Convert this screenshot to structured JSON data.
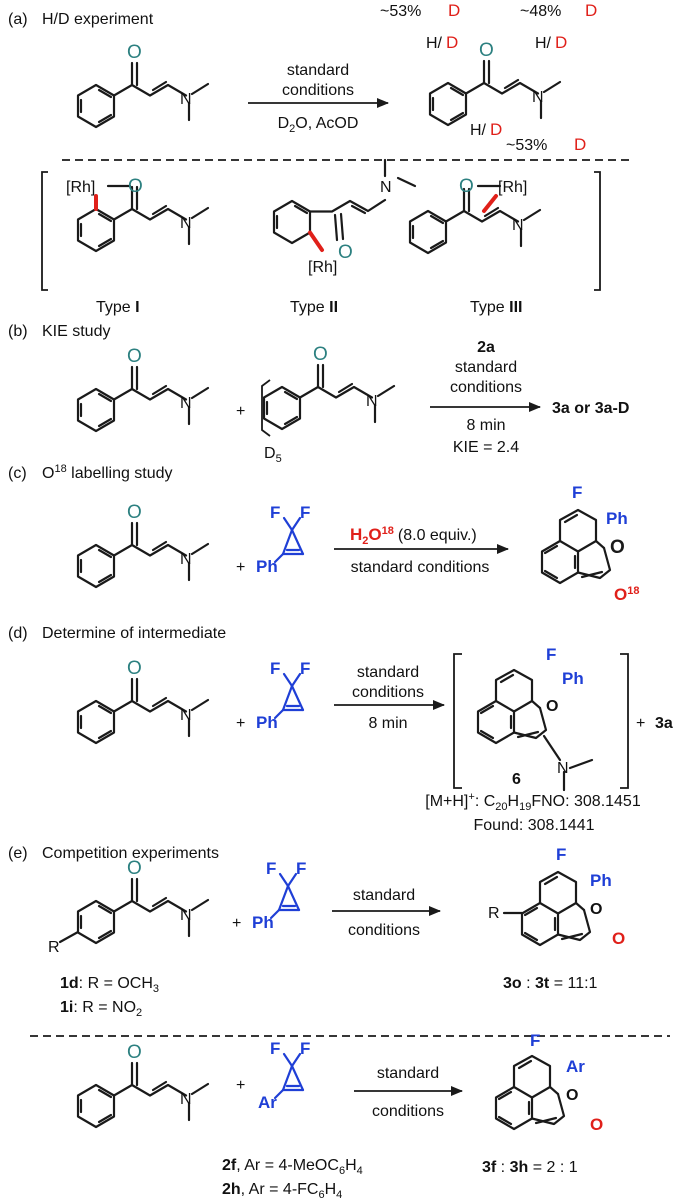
{
  "colors": {
    "carbonyl_oxygen": "#2c8080",
    "difluorocyclopropene": "#1f3fd6",
    "label_highlight": "#e0201a",
    "bonds": "#1a1a1a"
  },
  "sections": {
    "a": {
      "label": "(a)",
      "title": "H/D experiment"
    },
    "b": {
      "label": "(b)",
      "title": "KIE study"
    },
    "c": {
      "label": "(c)",
      "title_pre": "O",
      "title_sup": "18",
      "title_post": " labelling study"
    },
    "d": {
      "label": "(d)",
      "title": "Determine of intermediate"
    },
    "e": {
      "label": "(e)",
      "title": "Competition  experiments"
    }
  },
  "a": {
    "cond1": "standard",
    "cond2": "conditions",
    "cond3_pre": "D",
    "cond3_sub": "2",
    "cond3_post": "O, AcOD",
    "pct_left": "~53%",
    "pct_right": "~48%",
    "pct_bottom": "~53%",
    "d_sym": "D",
    "h_sym": "H/",
    "types": {
      "type1": {
        "pre": "Type ",
        "roman": "I"
      },
      "type2": {
        "pre": "Type ",
        "roman": "II"
      },
      "type3": {
        "pre": "Type ",
        "roman": "III"
      }
    }
  },
  "b": {
    "reagent": "2a",
    "cond1": "standard",
    "cond2": "conditions",
    "time": "8 min",
    "kie": "KIE = 2.4",
    "product": "3a or 3a-D",
    "d5_pre": "D",
    "d5_sub": "5"
  },
  "c": {
    "reagent_pre": "H",
    "reagent_sub": "2",
    "reagent_o": "O",
    "reagent_sup": "18",
    "equiv": "(8.0 equiv.)",
    "cond": "standard conditions",
    "o18_o": "O",
    "o18_sup": "18"
  },
  "d": {
    "cond1": "standard",
    "cond2": "conditions",
    "time": "8 min",
    "intermediate": "6",
    "plus": "+",
    "side_product": "3a",
    "ms_line1_pre": "[M+H]",
    "ms_line1_sup": "+",
    "ms_line1_formula": ": C",
    "ms_c_sub": "20",
    "ms_h": "H",
    "ms_h_sub": "19",
    "ms_rest": "FNO: 308.1451",
    "ms_line2": "Found: 308.1441"
  },
  "e": {
    "cond1": "standard",
    "cond2": "conditions",
    "sub1_bold": "1d",
    "sub1_text": ": R = OCH",
    "sub1_sub": "3",
    "sub2_bold": "1i",
    "sub2_text": ": R = NO",
    "sub2_sub": "2",
    "ratio1_a": "3o",
    "ratio1_sep": " : ",
    "ratio1_b": "3t",
    "ratio1_val": " = 11:1",
    "r_group": "R",
    "reag1_bold": "2f",
    "reag1_text": ", Ar = 4-MeOC",
    "reag1_s1": "6",
    "reag1_h": "H",
    "reag1_s2": "4",
    "reag2_bold": "2h",
    "reag2_text": ", Ar = 4-FC",
    "reag2_s1": "6",
    "reag2_h": "H",
    "reag2_s2": "4",
    "ratio2_a": "3f",
    "ratio2_sep": " : ",
    "ratio2_b": "3h",
    "ratio2_val": " = 2 : 1",
    "ar_group": "Ar"
  },
  "atoms": {
    "O": "O",
    "N": "N",
    "F": "F",
    "Ph": "Ph",
    "Rh": "[Rh]",
    "plus": "+"
  }
}
